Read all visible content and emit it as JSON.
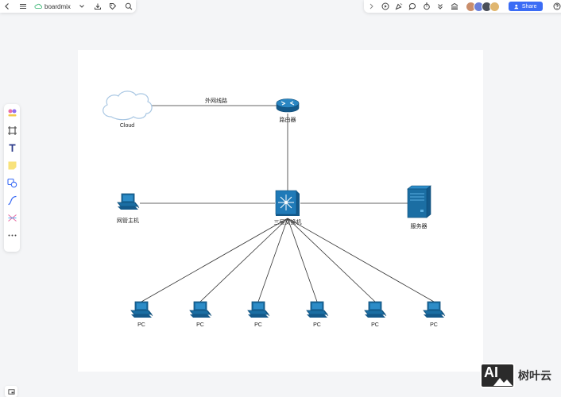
{
  "app": {
    "brand": "boardmix"
  },
  "toolbar_right": {
    "share_label": "Share"
  },
  "diagram": {
    "cloud_label": "Cloud",
    "wan_label": "外网线路",
    "router_label": "路由器",
    "switch_label": "三层交换机",
    "admin_label": "网管主机",
    "server_label": "服务器",
    "pc_label": "PC"
  },
  "watermark": {
    "logo_text": "AI",
    "text": "树叶云"
  },
  "colors": {
    "accent": "#3b6cf5",
    "device": "#1b6ea3",
    "line": "#333333"
  }
}
